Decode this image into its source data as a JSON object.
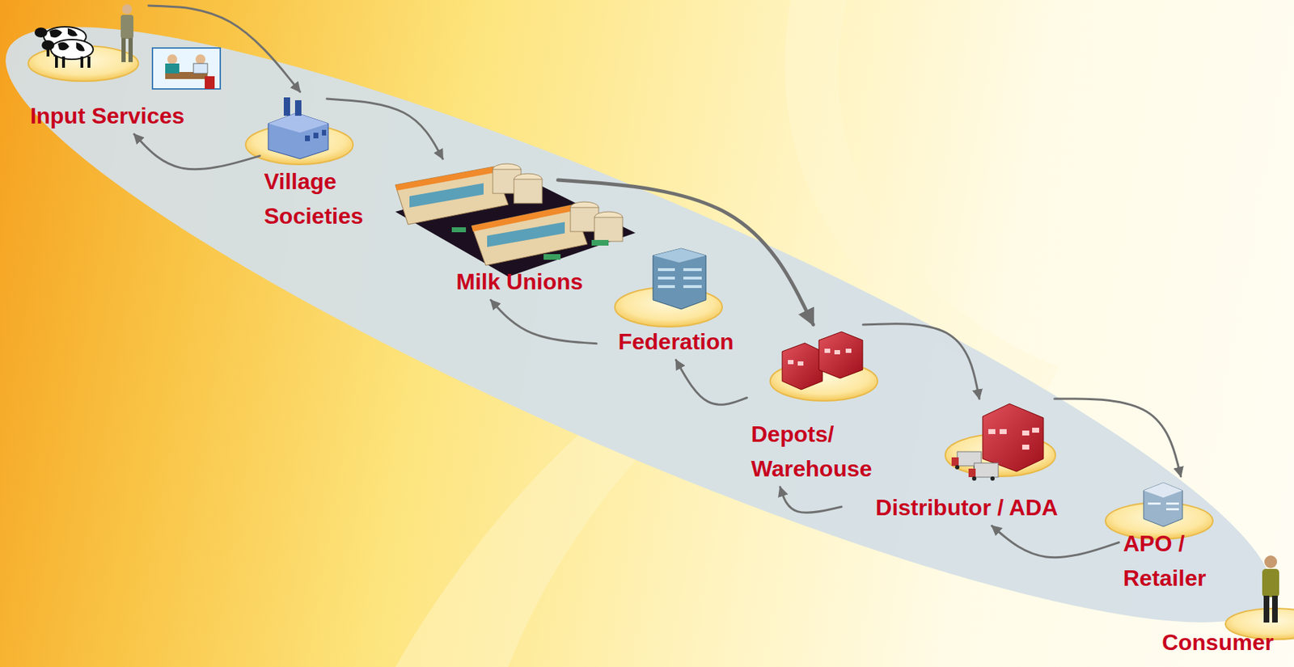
{
  "diagram": {
    "nodes": [
      {
        "text": [
          "Input Services"
        ]
      },
      {
        "text": [
          "Village Societies"
        ]
      },
      {
        "text": [
          "Milk Unions"
        ]
      },
      {
        "text": [
          "Federation"
        ]
      },
      {
        "text": [
          "Depots/ Warehouse"
        ]
      },
      {
        "text": [
          "Distributor / ADA"
        ]
      },
      {
        "text": [
          "APO / Retailer"
        ]
      },
      {
        "text": [
          "Consumer"
        ]
      }
    ],
    "edges": [
      {
        "from": 0,
        "to": 1,
        "arrow": "to"
      },
      {
        "from": 1,
        "to": 0,
        "arrow": "to"
      },
      {
        "from": 1,
        "to": 2,
        "arrow": "to"
      },
      {
        "from": 2,
        "to": 4,
        "arrow": "to"
      },
      {
        "from": 3,
        "to": 2,
        "arrow": "to"
      },
      {
        "from": 4,
        "to": 3,
        "arrow": "to"
      },
      {
        "from": 4,
        "to": 5,
        "arrow": "to"
      },
      {
        "from": 5,
        "to": 4,
        "arrow": "to"
      },
      {
        "from": 5,
        "to": 6,
        "arrow": "to"
      },
      {
        "from": 6,
        "to": 5,
        "arrow": "to"
      }
    ]
  }
}
